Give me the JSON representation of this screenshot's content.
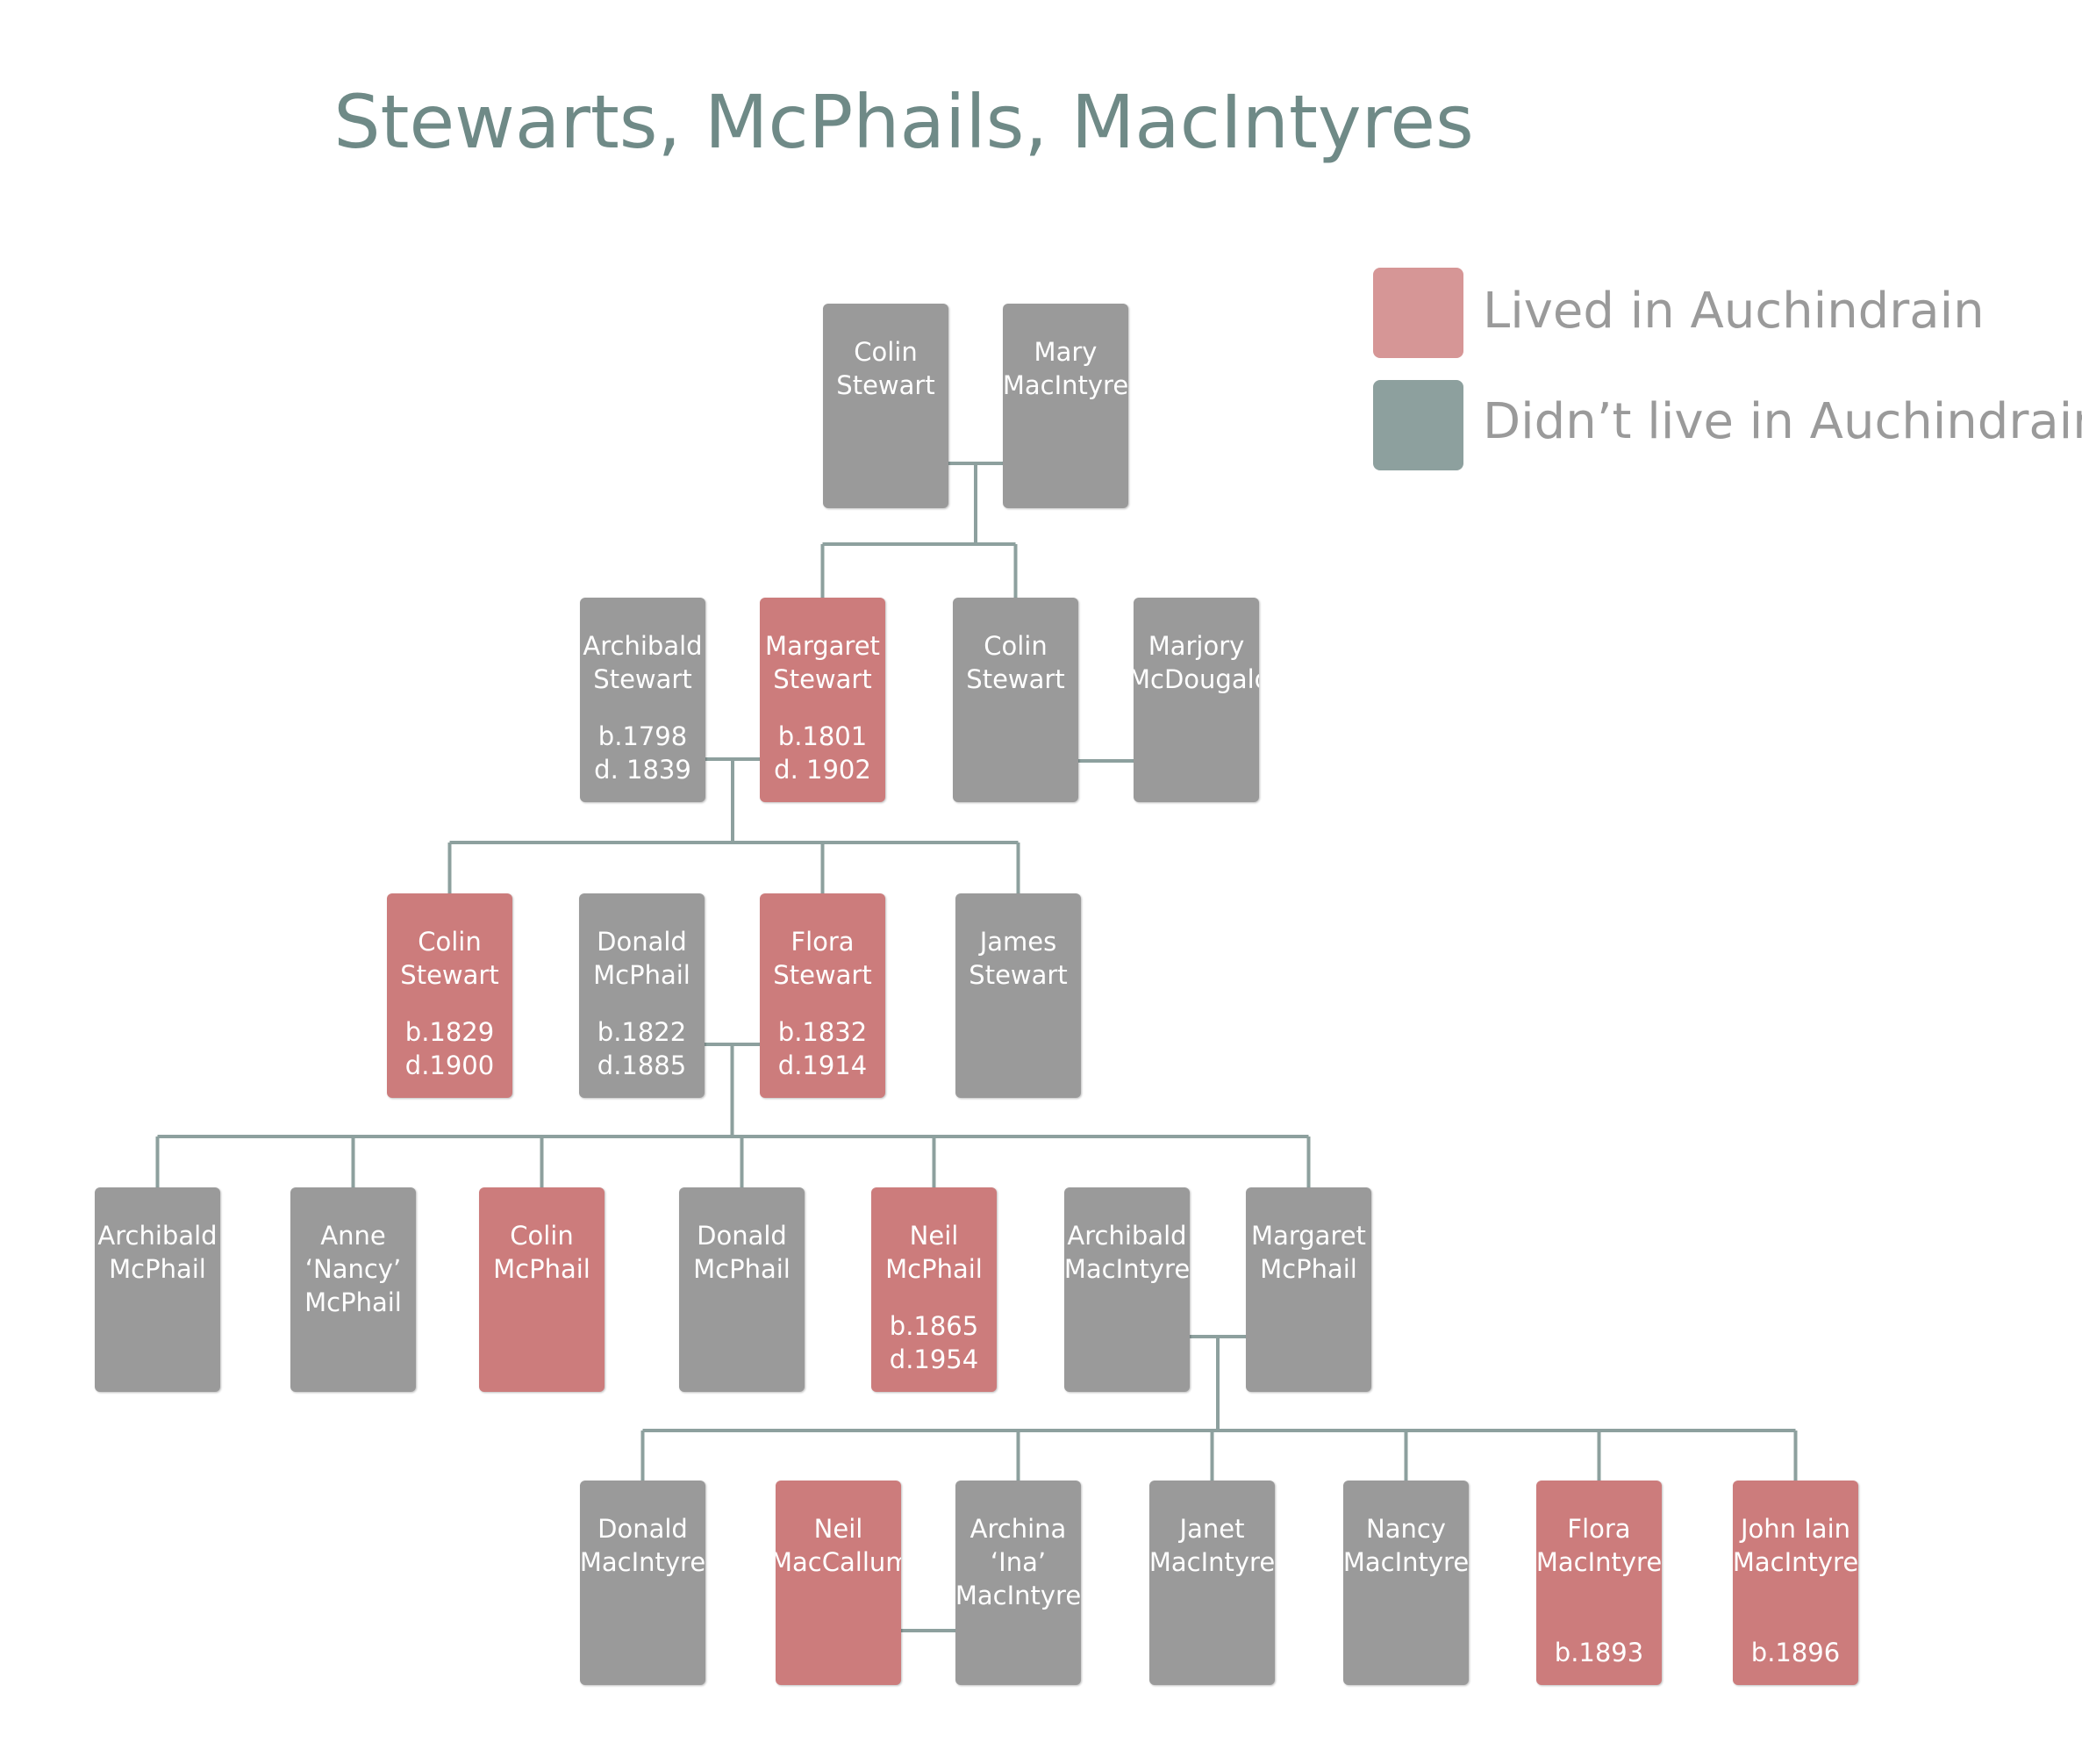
{
  "title": "Stewarts, McPhails, MacIntyres",
  "colors": {
    "lived": "#cc7c7c",
    "not_lived": "#9a9a9a",
    "legend_lived": "#d69696",
    "legend_not_lived": "#8da09e",
    "line": "#8da09e"
  },
  "legend": [
    {
      "label": "Lived in Auchindrain",
      "status": "lived"
    },
    {
      "label": "Didn’t live in Auchindrain",
      "status": "not_lived"
    }
  ],
  "people": [
    {
      "id": "colin-stewart-1",
      "name": "Colin\nStewart",
      "dates": "",
      "status": "not_lived"
    },
    {
      "id": "mary-macintyre",
      "name": "Mary\nMacIntyre",
      "dates": "",
      "status": "not_lived"
    },
    {
      "id": "archibald-stewart",
      "name": "Archibald\nStewart",
      "dates": "b.1798\nd. 1839",
      "status": "not_lived"
    },
    {
      "id": "margaret-stewart",
      "name": "Margaret\nStewart",
      "dates": "b.1801\nd. 1902",
      "status": "lived"
    },
    {
      "id": "colin-stewart-2",
      "name": "Colin\nStewart",
      "dates": "",
      "status": "not_lived"
    },
    {
      "id": "marjory-mcdougald",
      "name": "Marjory\nMcDougald",
      "dates": "",
      "status": "not_lived"
    },
    {
      "id": "colin-stewart-3",
      "name": "Colin\nStewart",
      "dates": "b.1829\nd.1900",
      "status": "lived"
    },
    {
      "id": "donald-mcphail-1",
      "name": "Donald\nMcPhail",
      "dates": "b.1822\nd.1885",
      "status": "not_lived"
    },
    {
      "id": "flora-stewart",
      "name": "Flora\nStewart",
      "dates": "b.1832\nd.1914",
      "status": "lived"
    },
    {
      "id": "james-stewart",
      "name": "James\nStewart",
      "dates": "",
      "status": "not_lived"
    },
    {
      "id": "archibald-mcphail",
      "name": "Archibald\nMcPhail",
      "dates": "",
      "status": "not_lived"
    },
    {
      "id": "anne-nancy-mcphail",
      "name": "Anne\n‘Nancy’\nMcPhail",
      "dates": "",
      "status": "not_lived"
    },
    {
      "id": "colin-mcphail",
      "name": "Colin\nMcPhail",
      "dates": "",
      "status": "lived"
    },
    {
      "id": "donald-mcphail-2",
      "name": "Donald\nMcPhail",
      "dates": "",
      "status": "not_lived"
    },
    {
      "id": "neil-mcphail",
      "name": "Neil\nMcPhail",
      "dates": "b.1865\nd.1954",
      "status": "lived"
    },
    {
      "id": "archibald-macintyre",
      "name": "Archibald\nMacIntyre",
      "dates": "",
      "status": "not_lived"
    },
    {
      "id": "margaret-mcphail",
      "name": "Margaret\nMcPhail",
      "dates": "",
      "status": "not_lived"
    },
    {
      "id": "donald-macintyre",
      "name": "Donald\nMacIntyre",
      "dates": "",
      "status": "not_lived"
    },
    {
      "id": "neil-maccallum",
      "name": "Neil\nMacCallum",
      "dates": "",
      "status": "lived"
    },
    {
      "id": "archina-ina-macintyre",
      "name": "Archina\n‘Ina’\nMacIntyre",
      "dates": "",
      "status": "not_lived"
    },
    {
      "id": "janet-macintyre",
      "name": "Janet\nMacIntyre",
      "dates": "",
      "status": "not_lived"
    },
    {
      "id": "nancy-macintyre",
      "name": "Nancy\nMacIntyre",
      "dates": "",
      "status": "not_lived"
    },
    {
      "id": "flora-macintyre",
      "name": "Flora\nMacIntyre",
      "dates": "b.1893",
      "status": "lived"
    },
    {
      "id": "john-iain-macintyre",
      "name": "John Iain\nMacIntyre",
      "dates": "b.1896",
      "status": "lived"
    }
  ],
  "couples": [
    [
      "colin-stewart-1",
      "mary-macintyre"
    ],
    [
      "archibald-stewart",
      "margaret-stewart"
    ],
    [
      "colin-stewart-2",
      "marjory-mcdougald"
    ],
    [
      "donald-mcphail-1",
      "flora-stewart"
    ],
    [
      "archibald-macintyre",
      "margaret-mcphail"
    ],
    [
      "neil-maccallum",
      "archina-ina-macintyre"
    ]
  ],
  "families": [
    {
      "parents": [
        "colin-stewart-1",
        "mary-macintyre"
      ],
      "children": [
        "margaret-stewart",
        "colin-stewart-2"
      ]
    },
    {
      "parents": [
        "archibald-stewart",
        "margaret-stewart"
      ],
      "children": [
        "colin-stewart-3",
        "flora-stewart",
        "james-stewart"
      ]
    },
    {
      "parents": [
        "donald-mcphail-1",
        "flora-stewart"
      ],
      "children": [
        "archibald-mcphail",
        "anne-nancy-mcphail",
        "colin-mcphail",
        "donald-mcphail-2",
        "neil-mcphail",
        "margaret-mcphail"
      ]
    },
    {
      "parents": [
        "archibald-macintyre",
        "margaret-mcphail"
      ],
      "children": [
        "donald-macintyre",
        "archina-ina-macintyre",
        "janet-macintyre",
        "nancy-macintyre",
        "flora-macintyre",
        "john-iain-macintyre"
      ]
    }
  ]
}
